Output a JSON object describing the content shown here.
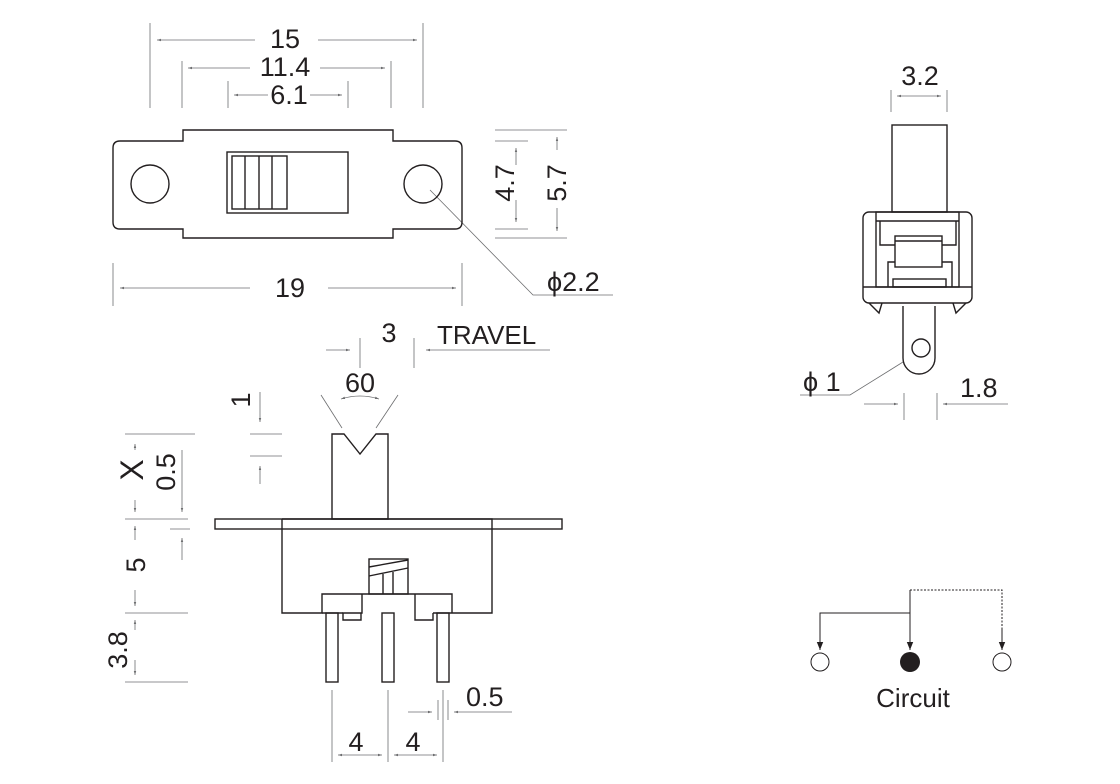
{
  "top_view": {
    "dim_overall_pitch": "15",
    "dim_inner_width": "11.4",
    "dim_slot_width": "6.1",
    "dim_total_length": "19",
    "dim_hole_diameter": "ϕ2.2",
    "dim_plate_height": "4.7",
    "dim_body_height": "5.7"
  },
  "side_view": {
    "dim_travel_value": "3",
    "dim_travel_label": "TRAVEL",
    "dim_angle": "60",
    "dim_notch_depth": "1",
    "dim_actuator_height": "X",
    "dim_flange_thickness": "0.5",
    "dim_body_depth": "5",
    "dim_pin_length": "3.8",
    "dim_pin_width": "0.5",
    "dim_pin_pitch_left": "4",
    "dim_pin_pitch_right": "4"
  },
  "end_view": {
    "dim_actuator_width": "3.2",
    "dim_pin_hole": "ϕ 1",
    "dim_pin_thickness": "1.8"
  },
  "circuit": {
    "label": "Circuit"
  }
}
